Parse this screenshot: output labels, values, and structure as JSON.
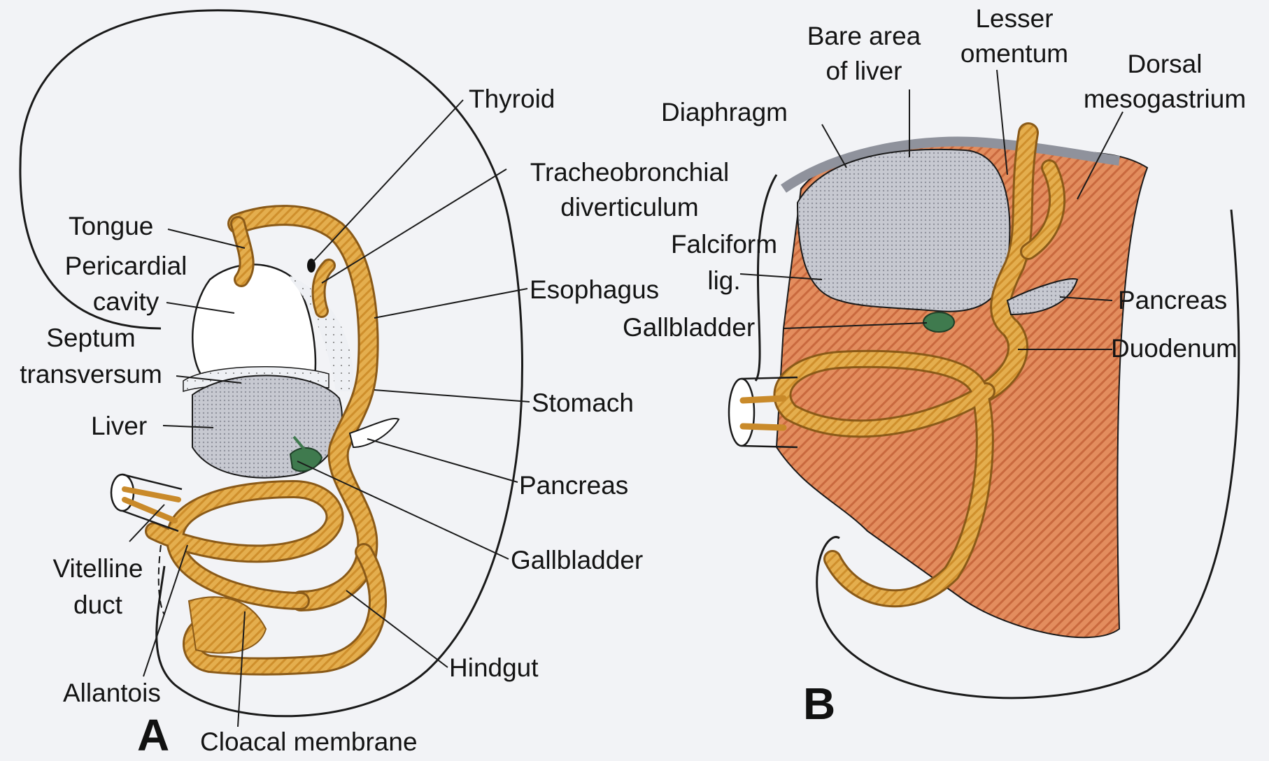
{
  "panels": {
    "a": "A",
    "b": "B"
  },
  "labels_a": {
    "thyroid": "Thyroid",
    "tongue": "Tongue",
    "tracheobronchial_1": "Tracheobronchial",
    "tracheobronchial_2": "diverticulum",
    "pericardial_1": "Pericardial",
    "pericardial_2": "cavity",
    "esophagus": "Esophagus",
    "septum_1": "Septum",
    "septum_2": "transversum",
    "stomach": "Stomach",
    "liver": "Liver",
    "pancreas": "Pancreas",
    "vitelline_1": "Vitelline",
    "vitelline_2": "duct",
    "gallbladder": "Gallbladder",
    "hindgut": "Hindgut",
    "allantois": "Allantois",
    "cloacal": "Cloacal membrane"
  },
  "labels_b": {
    "bare_1": "Bare area",
    "bare_2": "of liver",
    "lesser_1": "Lesser",
    "lesser_2": "omentum",
    "dorsal_1": "Dorsal",
    "dorsal_2": "mesogastrium",
    "diaphragm": "Diaphragm",
    "falciform_1": "Falciform",
    "falciform_2": "lig.",
    "pancreas": "Pancreas",
    "gallbladder": "Gallbladder",
    "duodenum": "Duodenum"
  },
  "colors": {
    "gut": "#e0ab4a",
    "gut_outline": "#8a5a18",
    "mesentery": "#e08a5c",
    "liver": "#c6c8d0",
    "gallbladder": "#3f7a4e",
    "line": "#1a1a1a"
  }
}
